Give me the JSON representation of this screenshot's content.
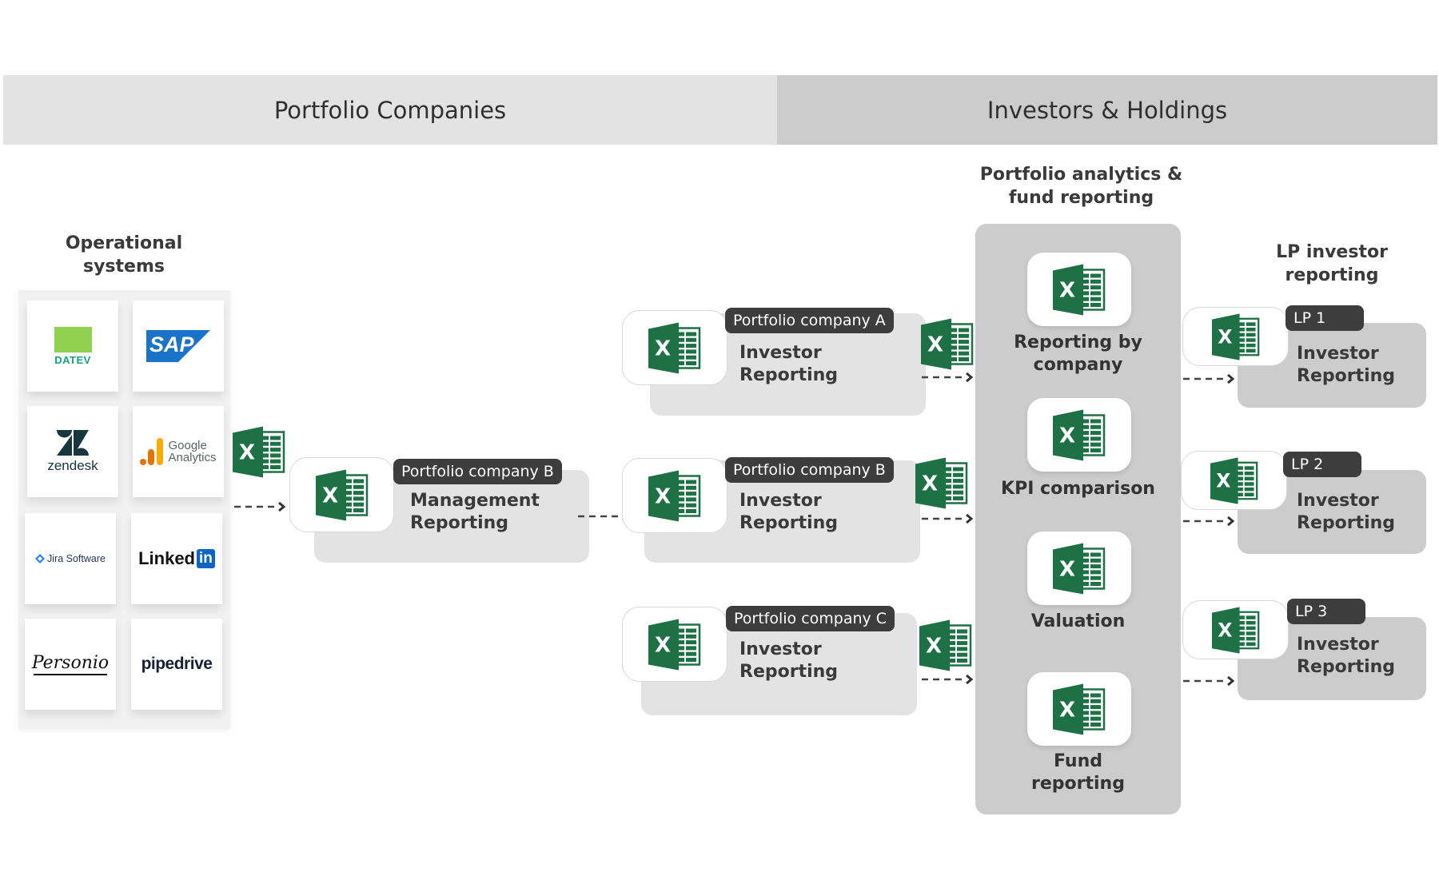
{
  "header": {
    "left_title": "Portfolio Companies",
    "right_title": "Investors & Holdings"
  },
  "operational_systems": {
    "heading_line1": "Operational",
    "heading_line2": "systems",
    "logos": [
      {
        "name": "DATEV",
        "icon": "datev-logo"
      },
      {
        "name": "SAP",
        "icon": "sap-logo"
      },
      {
        "name": "zendesk",
        "icon": "zendesk-logo"
      },
      {
        "name": "Google Analytics",
        "line1": "Google",
        "line2": "Analytics",
        "icon": "google-analytics-logo"
      },
      {
        "name": "Jira Software",
        "icon": "jira-logo"
      },
      {
        "name": "LinkedIn",
        "part1": "Linked",
        "part2": "in",
        "icon": "linkedin-logo"
      },
      {
        "name": "Personio",
        "icon": "personio-logo"
      },
      {
        "name": "pipedrive",
        "icon": "pipedrive-logo"
      }
    ]
  },
  "management": {
    "tag": "Portfolio company B",
    "line1": "Management",
    "line2": "Reporting"
  },
  "companies": [
    {
      "tag": "Portfolio company A",
      "line1": "Investor",
      "line2": "Reporting"
    },
    {
      "tag": "Portfolio company B",
      "line1": "Investor",
      "line2": "Reporting"
    },
    {
      "tag": "Portfolio company C",
      "line1": "Investor",
      "line2": "Reporting"
    }
  ],
  "analytics": {
    "heading_line1": "Portfolio analytics &",
    "heading_line2": "fund reporting",
    "items": [
      {
        "line1": "Reporting by",
        "line2": "company"
      },
      {
        "line1": "KPI comparison",
        "line2": ""
      },
      {
        "line1": "Valuation",
        "line2": ""
      },
      {
        "line1": "Fund",
        "line2": "reporting"
      }
    ]
  },
  "lp": {
    "heading_line1": "LP investor",
    "heading_line2": "reporting",
    "items": [
      {
        "tag": "LP 1",
        "line1": "Investor",
        "line2": "Reporting"
      },
      {
        "tag": "LP 2",
        "line1": "Investor",
        "line2": "Reporting"
      },
      {
        "tag": "LP 3",
        "line1": "Investor",
        "line2": "Reporting"
      }
    ]
  },
  "colors": {
    "excel_green": "#1e7145",
    "tag_dark": "#3d3d3d",
    "band_left": "#e3e3e3",
    "band_right": "#cccccc",
    "datev_green": "#92d050",
    "sap_blue": "#1a73c8",
    "linkedin_blue": "#0a66c2"
  }
}
